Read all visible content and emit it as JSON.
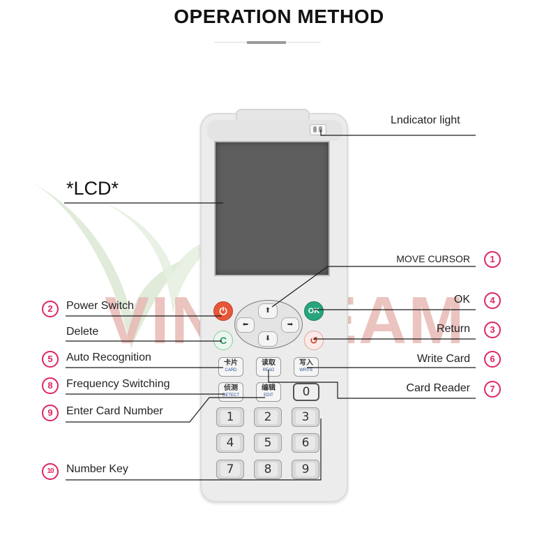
{
  "title": "OPERATION METHOD",
  "watermark": {
    "text": "VINKTEAM",
    "color": "#e8b9b4",
    "leaf_color": "#dde9d6"
  },
  "labels": {
    "indicator_light": "Lndicator light",
    "lcd": "*LCD*",
    "move_cursor": {
      "num": "1",
      "text": "MOVE CURSOR"
    },
    "power_switch": {
      "num": "2",
      "text": "Power Switch"
    },
    "ok": {
      "num": "4",
      "text": "OK"
    },
    "return": {
      "num": "3",
      "text": "Return"
    },
    "delete": {
      "text": "Delete"
    },
    "auto_recognition": {
      "num": "5",
      "text": "Auto Recognition"
    },
    "write_card": {
      "num": "6",
      "text": "Write Card"
    },
    "frequency_switching": {
      "num": "8",
      "text": "Frequency Switching"
    },
    "card_reader": {
      "num": "7",
      "text": "Card Reader"
    },
    "enter_card_number": {
      "num": "9",
      "text": "Enter Card Number"
    },
    "number_key": {
      "num": "10",
      "text": "Number Key"
    }
  },
  "device": {
    "power_symbol": "⏻",
    "ok_label": "OK",
    "c_label": "C",
    "return_symbol": "↺",
    "arrows": {
      "up": "⬆",
      "down": "⬇",
      "left": "⬅",
      "right": "➡"
    },
    "function_keys": [
      {
        "cn": "卡片",
        "en": "CARD"
      },
      {
        "cn": "读取",
        "en": "READ"
      },
      {
        "cn": "写入",
        "en": "WRITE"
      },
      {
        "cn": "侦测",
        "en": "DETECT"
      },
      {
        "cn": "编辑",
        "en": "EDIT"
      }
    ],
    "zero_key": "0",
    "number_keys": [
      "1",
      "2",
      "3",
      "4",
      "5",
      "6",
      "7",
      "8",
      "9"
    ],
    "colors": {
      "power": "#e8563a",
      "ok": "#27a57e",
      "number_badge": "#e0245e"
    }
  }
}
